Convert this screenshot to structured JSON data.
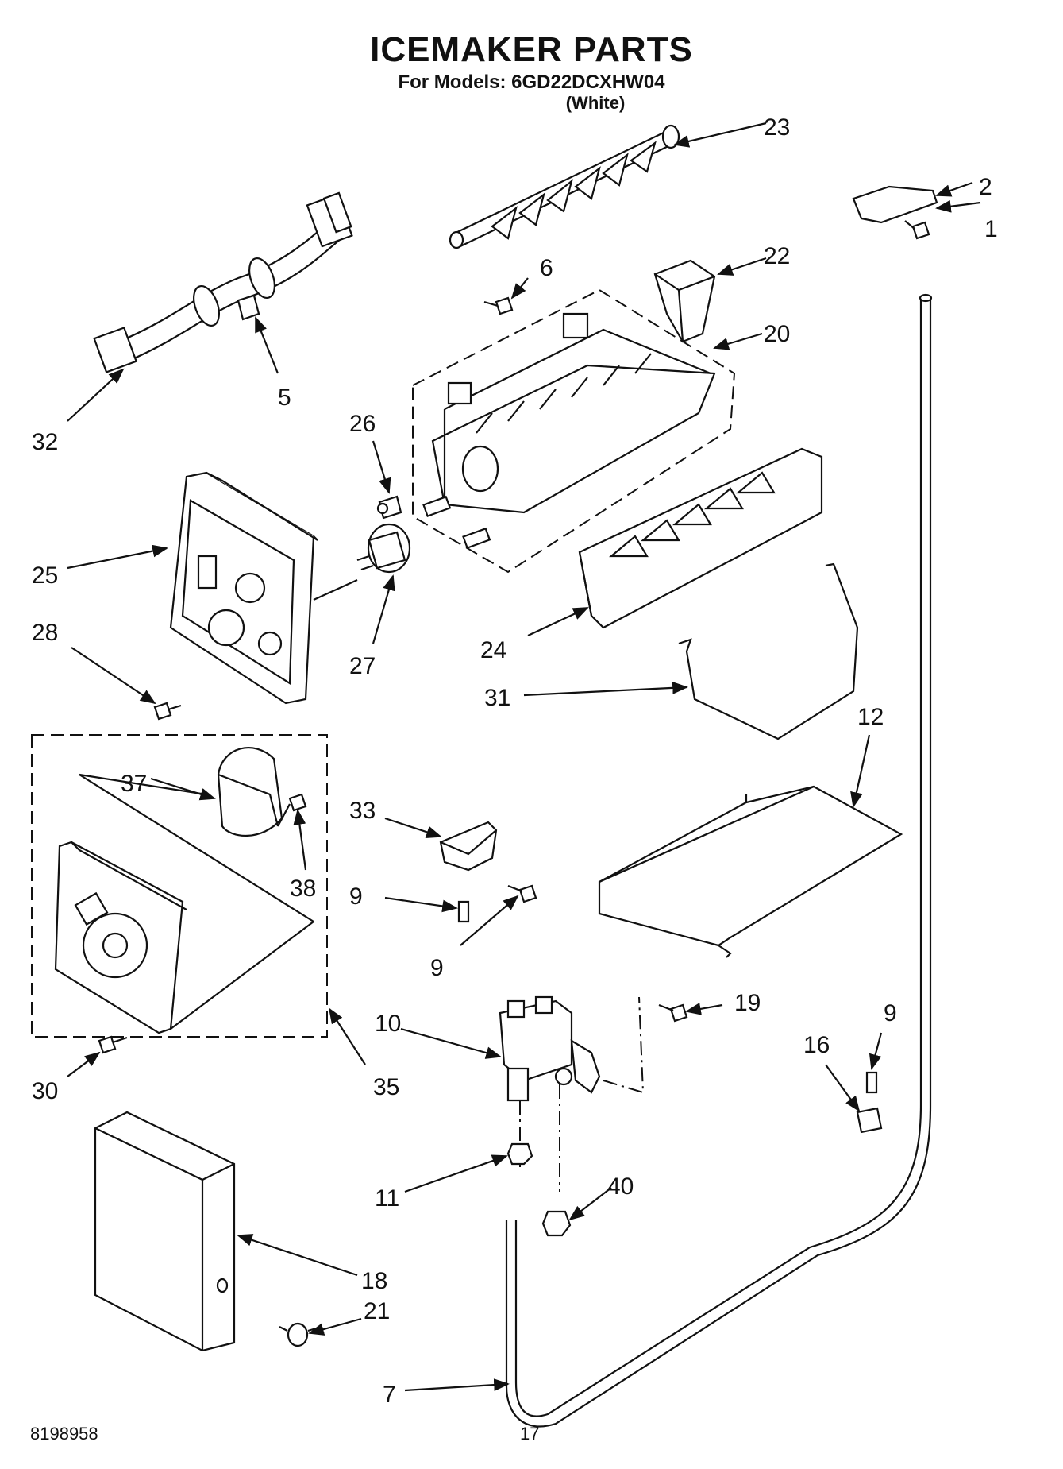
{
  "header": {
    "title": "ICEMAKER PARTS",
    "models_line": "For Models: 6GD22DCXHW04",
    "color_line": "(White)"
  },
  "footer": {
    "doc_number": "8198958",
    "page_number": "17"
  },
  "callouts": {
    "c1": "1",
    "c2": "2",
    "c5": "5",
    "c6": "6",
    "c7": "7",
    "c9a": "9",
    "c9b": "9",
    "c9c": "9",
    "c10": "10",
    "c11": "11",
    "c12": "12",
    "c16": "16",
    "c18": "18",
    "c19": "19",
    "c20": "20",
    "c21": "21",
    "c22": "22",
    "c23": "23",
    "c24": "24",
    "c25": "25",
    "c26": "26",
    "c27": "27",
    "c28": "28",
    "c30": "30",
    "c31": "31",
    "c32": "32",
    "c33": "33",
    "c35": "35",
    "c37": "37",
    "c38": "38",
    "c40": "40"
  }
}
